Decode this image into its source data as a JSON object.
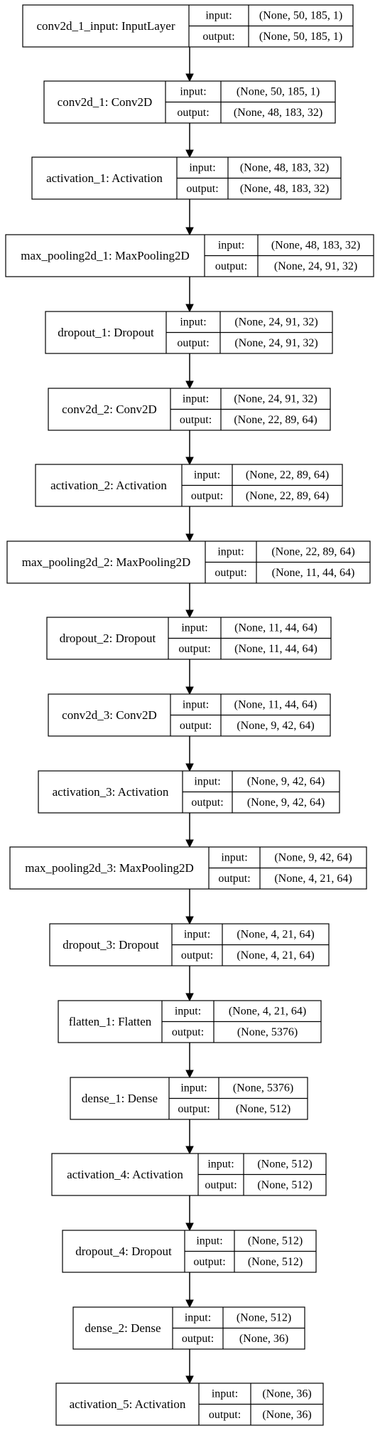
{
  "diagram": {
    "port_labels": {
      "input": "input:",
      "output": "output:"
    },
    "layers": [
      {
        "name": "conv2d_1_input: InputLayer",
        "input": "(None, 50, 185, 1)",
        "output": "(None, 50, 185, 1)"
      },
      {
        "name": "conv2d_1: Conv2D",
        "input": "(None, 50, 185, 1)",
        "output": "(None, 48, 183, 32)"
      },
      {
        "name": "activation_1: Activation",
        "input": "(None, 48, 183, 32)",
        "output": "(None, 48, 183, 32)"
      },
      {
        "name": "max_pooling2d_1: MaxPooling2D",
        "input": "(None, 48, 183, 32)",
        "output": "(None, 24, 91, 32)"
      },
      {
        "name": "dropout_1: Dropout",
        "input": "(None, 24, 91, 32)",
        "output": "(None, 24, 91, 32)"
      },
      {
        "name": "conv2d_2: Conv2D",
        "input": "(None, 24, 91, 32)",
        "output": "(None, 22, 89, 64)"
      },
      {
        "name": "activation_2: Activation",
        "input": "(None, 22, 89, 64)",
        "output": "(None, 22, 89, 64)"
      },
      {
        "name": "max_pooling2d_2: MaxPooling2D",
        "input": "(None, 22, 89, 64)",
        "output": "(None, 11, 44, 64)"
      },
      {
        "name": "dropout_2: Dropout",
        "input": "(None, 11, 44, 64)",
        "output": "(None, 11, 44, 64)"
      },
      {
        "name": "conv2d_3: Conv2D",
        "input": "(None, 11, 44, 64)",
        "output": "(None, 9, 42, 64)"
      },
      {
        "name": "activation_3: Activation",
        "input": "(None, 9, 42, 64)",
        "output": "(None, 9, 42, 64)"
      },
      {
        "name": "max_pooling2d_3: MaxPooling2D",
        "input": "(None, 9, 42, 64)",
        "output": "(None, 4, 21, 64)"
      },
      {
        "name": "dropout_3: Dropout",
        "input": "(None, 4, 21, 64)",
        "output": "(None, 4, 21, 64)"
      },
      {
        "name": "flatten_1: Flatten",
        "input": "(None, 4, 21, 64)",
        "output": "(None, 5376)"
      },
      {
        "name": "dense_1: Dense",
        "input": "(None, 5376)",
        "output": "(None, 512)"
      },
      {
        "name": "activation_4: Activation",
        "input": "(None, 512)",
        "output": "(None, 512)"
      },
      {
        "name": "dropout_4: Dropout",
        "input": "(None, 512)",
        "output": "(None, 512)"
      },
      {
        "name": "dense_2: Dense",
        "input": "(None, 512)",
        "output": "(None, 36)"
      },
      {
        "name": "activation_5: Activation",
        "input": "(None, 36)",
        "output": "(None, 36)"
      }
    ]
  }
}
